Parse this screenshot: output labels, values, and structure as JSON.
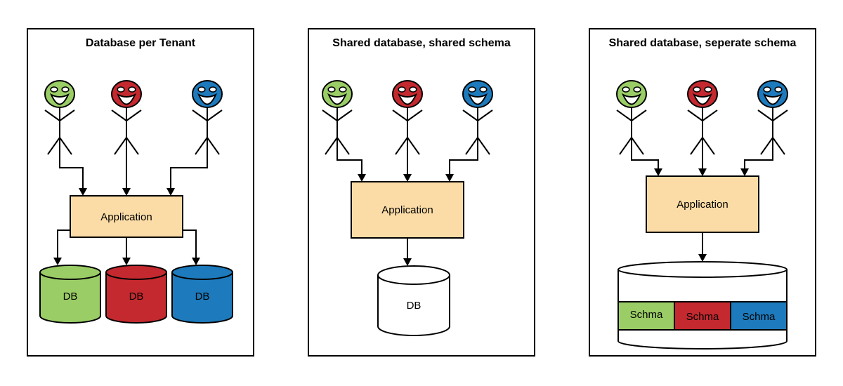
{
  "diagram": {
    "colors": {
      "application_fill": "#FCDCA6",
      "tenant_green": "#9ACD66",
      "tenant_red": "#C4292F",
      "tenant_blue": "#1D7ABC",
      "shared_db_fill": "#FFFFFF",
      "stroke": "#000000",
      "background": "#FFFFFF"
    },
    "panels": [
      {
        "title": "Database per Tenant",
        "application": "Application",
        "users": [
          {
            "id": "tenant-1",
            "color": "#9ACD66"
          },
          {
            "id": "tenant-2",
            "color": "#C4292F"
          },
          {
            "id": "tenant-3",
            "color": "#1D7ABC"
          }
        ],
        "databases": [
          {
            "label": "DB",
            "color": "#9ACD66"
          },
          {
            "label": "DB",
            "color": "#C4292F"
          },
          {
            "label": "DB",
            "color": "#1D7ABC"
          }
        ]
      },
      {
        "title": "Shared database, shared schema",
        "application": "Application",
        "users": [
          {
            "id": "tenant-1",
            "color": "#9ACD66"
          },
          {
            "id": "tenant-2",
            "color": "#C4292F"
          },
          {
            "id": "tenant-3",
            "color": "#1D7ABC"
          }
        ],
        "databases": [
          {
            "label": "DB",
            "color": "#FFFFFF"
          }
        ]
      },
      {
        "title": "Shared database, seperate schema",
        "application": "Application",
        "users": [
          {
            "id": "tenant-1",
            "color": "#9ACD66"
          },
          {
            "id": "tenant-2",
            "color": "#C4292F"
          },
          {
            "id": "tenant-3",
            "color": "#1D7ABC"
          }
        ],
        "database": {
          "color": "#FFFFFF"
        },
        "schemas": [
          {
            "label": "Schma",
            "color": "#9ACD66"
          },
          {
            "label": "Schma",
            "color": "#C4292F"
          },
          {
            "label": "Schma",
            "color": "#1D7ABC"
          }
        ]
      }
    ]
  }
}
